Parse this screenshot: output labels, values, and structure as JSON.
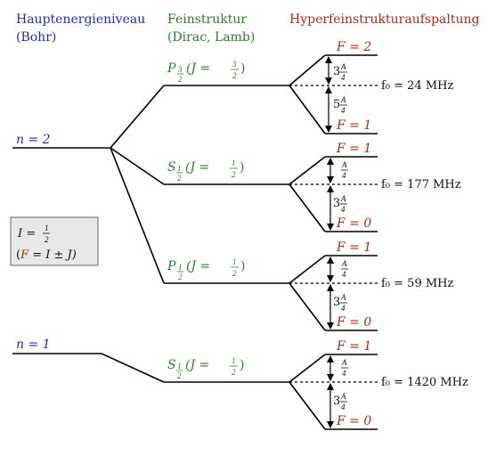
{
  "colors": {
    "bohr": "#2a2aa8",
    "fine": "#2e7d2e",
    "hyper": "#a0301a",
    "line": "#000000",
    "box_fill": "#e8e8e8",
    "box_stroke": "#666666"
  },
  "headers": {
    "bohr_line1": "Hauptenergieniveau",
    "bohr_line2": "(Bohr)",
    "fine_line1": "Feinstruktur",
    "fine_line2": "(Dirac, Lamb)",
    "hyper": "Hyperfeinstrukturaufspaltung"
  },
  "main_levels": {
    "n2": "n = 2",
    "n1": "n = 1"
  },
  "fine_levels": {
    "p32": {
      "letter": "P",
      "sub_num": "3",
      "sub_den": "2",
      "j_pre": "(J = ",
      "j_num": "3",
      "j_den": "2",
      "j_post": ")"
    },
    "s12_a": {
      "letter": "S",
      "sub_num": "1",
      "sub_den": "2",
      "j_pre": "(J = ",
      "j_num": "1",
      "j_den": "2",
      "j_post": ")"
    },
    "p12": {
      "letter": "P",
      "sub_num": "1",
      "sub_den": "2",
      "j_pre": "(J = ",
      "j_num": "1",
      "j_den": "2",
      "j_post": ")"
    },
    "s12_b": {
      "letter": "S",
      "sub_num": "1",
      "sub_den": "2",
      "j_pre": "(J = ",
      "j_num": "1",
      "j_den": "2",
      "j_post": ")"
    }
  },
  "hyperfine": {
    "p32": {
      "f_top": "F = 2",
      "f_bot": "F = 1",
      "coef_top": "3",
      "coef_bot": "5",
      "frac_num": "A",
      "frac_den": "4",
      "freq": "f₀ = 24 MHz"
    },
    "s12_a": {
      "f_top": "F = 1",
      "f_bot": "F = 0",
      "coef_top": "",
      "coef_bot": "3",
      "frac_num": "A",
      "frac_den": "4",
      "freq": "f₀ = 177 MHz"
    },
    "p12": {
      "f_top": "F = 1",
      "f_bot": "F = 0",
      "coef_top": "",
      "coef_bot": "3",
      "frac_num": "A",
      "frac_den": "4",
      "freq": "f₀ = 59 MHz"
    },
    "s12_b": {
      "f_top": "F = 1",
      "f_bot": "F = 0",
      "coef_top": "",
      "coef_bot": "3",
      "frac_num": "A",
      "frac_den": "4",
      "freq": "f₀ = 1420 MHz"
    }
  },
  "spin_box": {
    "line1_pre": "I = ",
    "line1_num": "1",
    "line1_den": "2",
    "line2_open": "(",
    "line2_f": "F",
    "line2_rest": " = I ± J)"
  }
}
